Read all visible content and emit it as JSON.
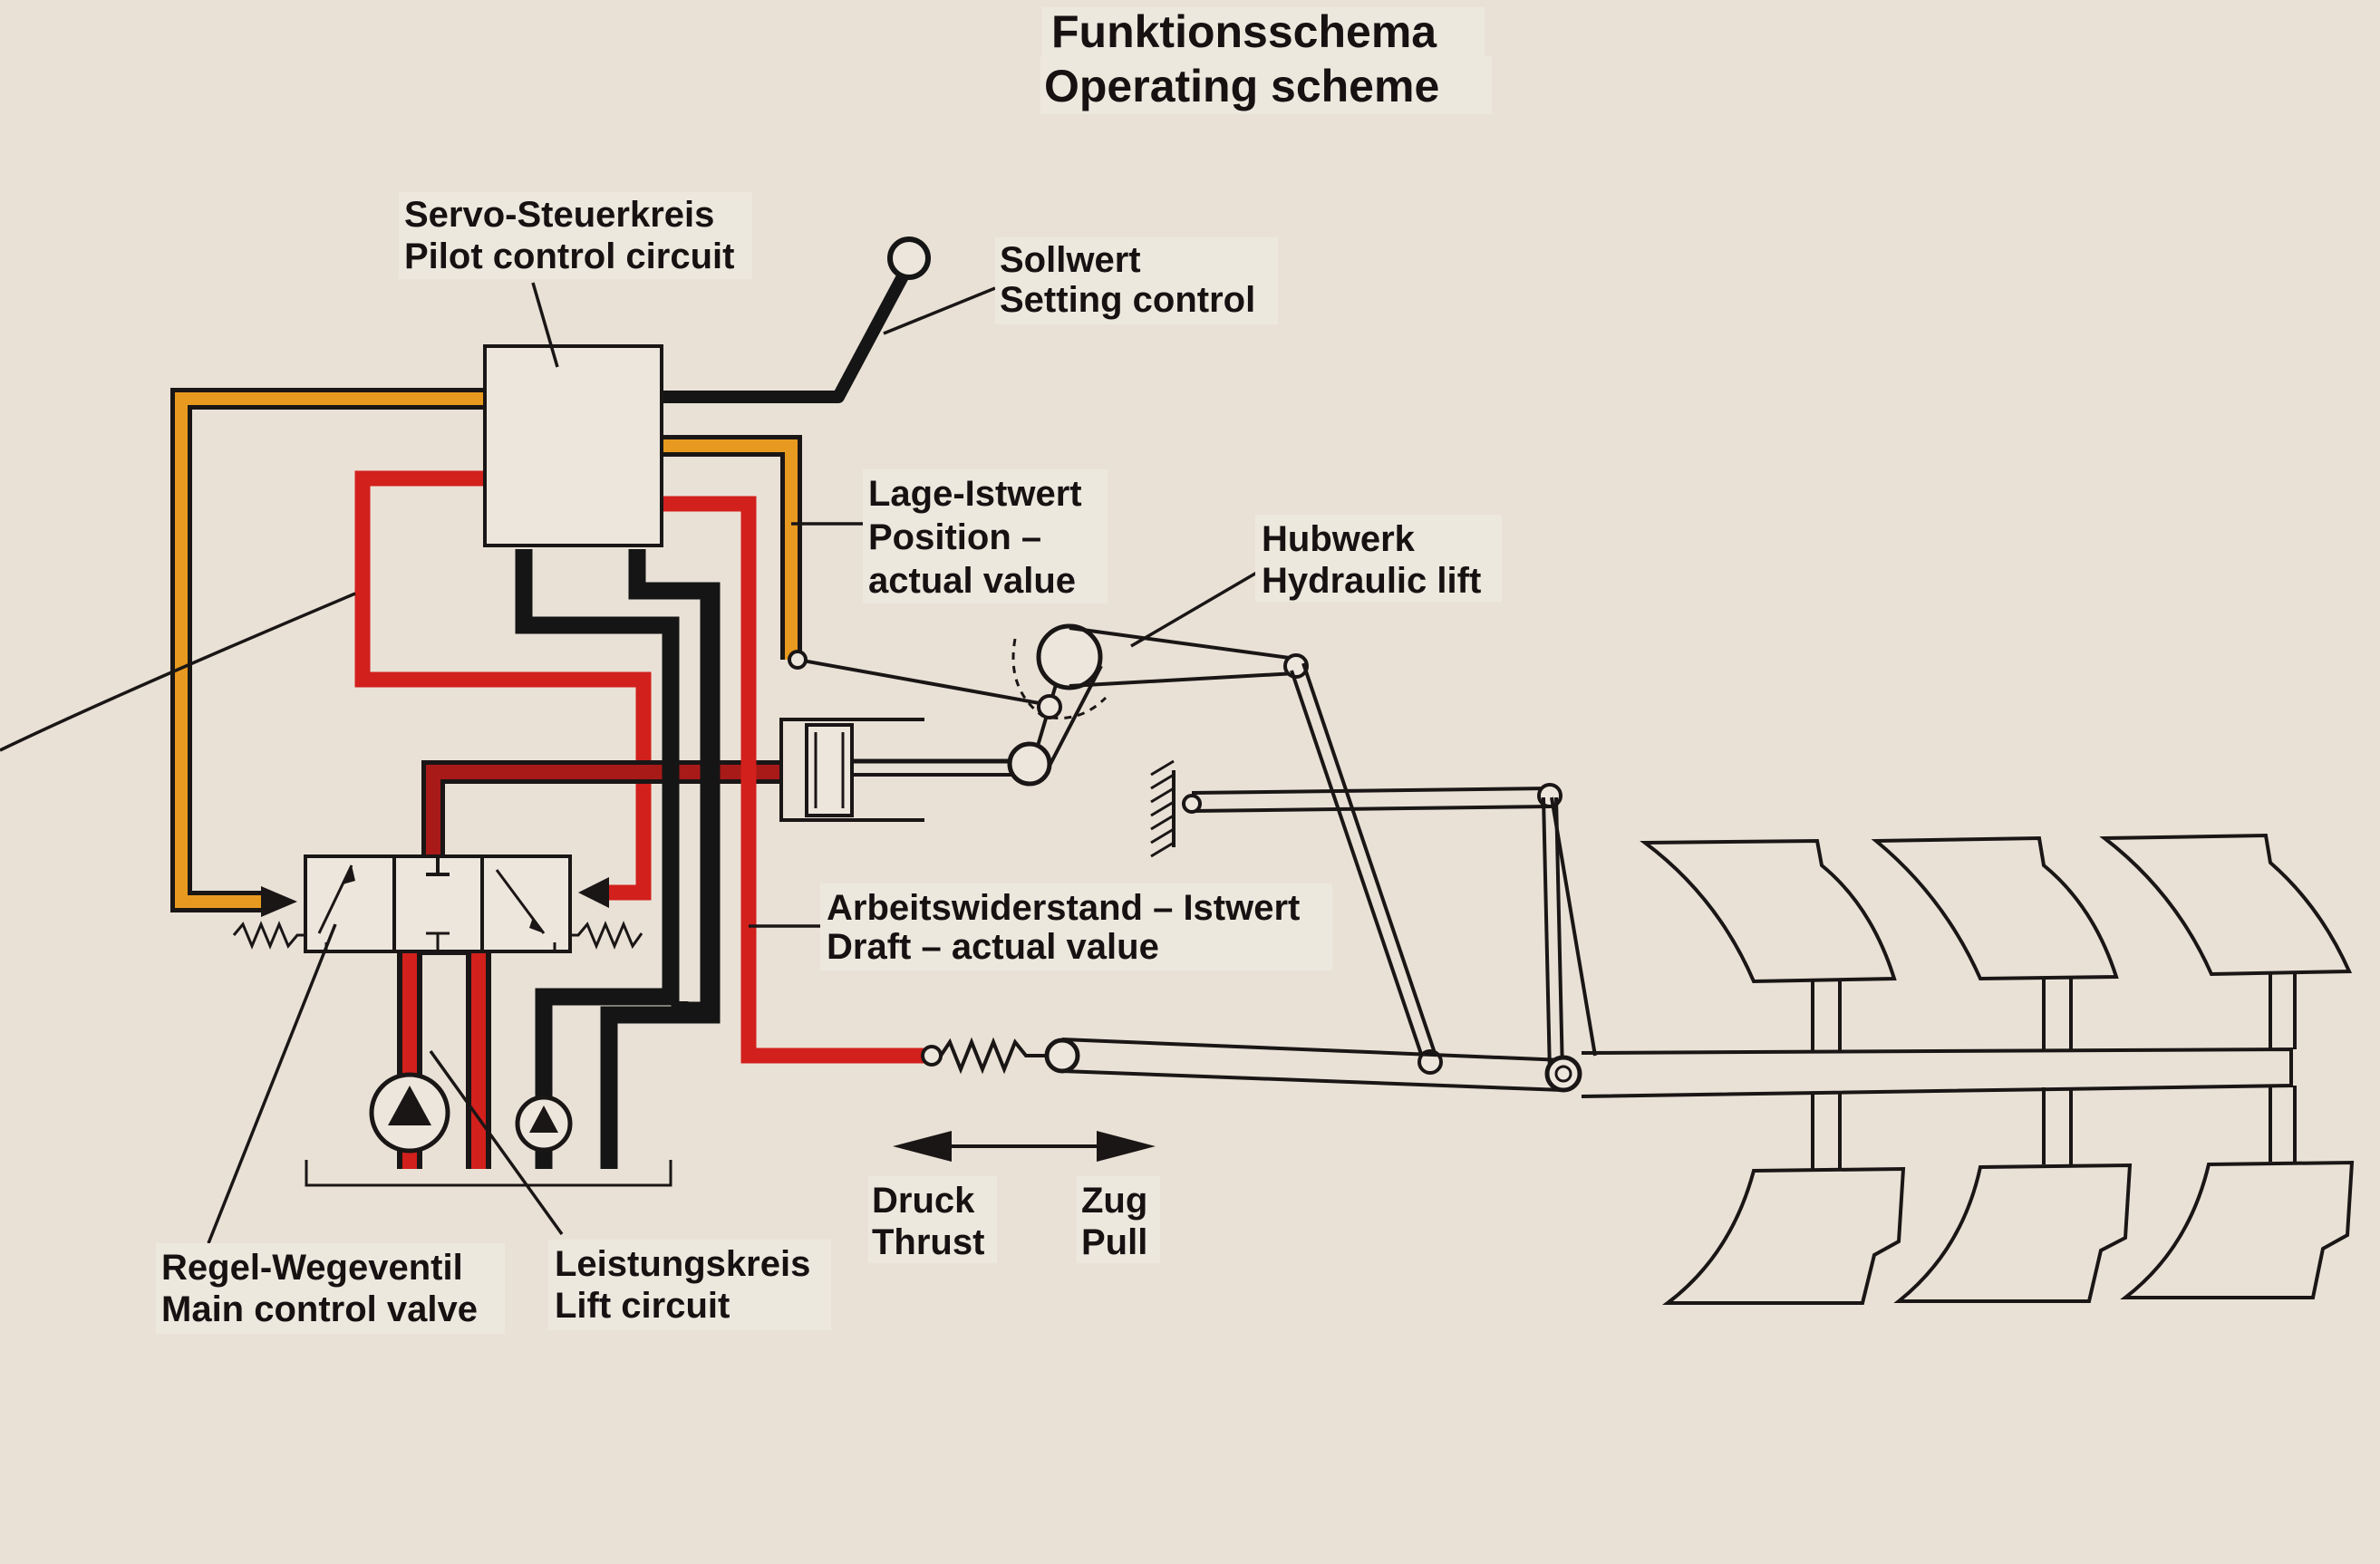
{
  "colors": {
    "background": "#e9e1d6",
    "ink": "#1a1616",
    "pilot_line": "#e89a20",
    "pressure_line": "#d2201c",
    "return_line": "#151515"
  },
  "title": {
    "de": "Funktionsschema",
    "en": "Operating scheme"
  },
  "labels": {
    "servo": {
      "de": "Servo-Steuerkreis",
      "en": "Pilot control circuit"
    },
    "sollwert": {
      "de": "Sollwert",
      "en": "Setting control"
    },
    "lage": {
      "de": "Lage-Istwert",
      "en1": "Position –",
      "en2": "actual value"
    },
    "hubwerk": {
      "de": "Hubwerk",
      "en": "Hydraulic lift"
    },
    "arbeit": {
      "de": "Arbeitswiderstand – Istwert",
      "en": "Draft – actual value"
    },
    "druck": {
      "de": "Druck",
      "en": "Thrust"
    },
    "zug": {
      "de": "Zug",
      "en": "Pull"
    },
    "regel": {
      "de": "Regel-Wegeventil",
      "en": "Main control valve"
    },
    "leistung": {
      "de": "Leistungskreis",
      "en": "Lift circuit"
    }
  }
}
